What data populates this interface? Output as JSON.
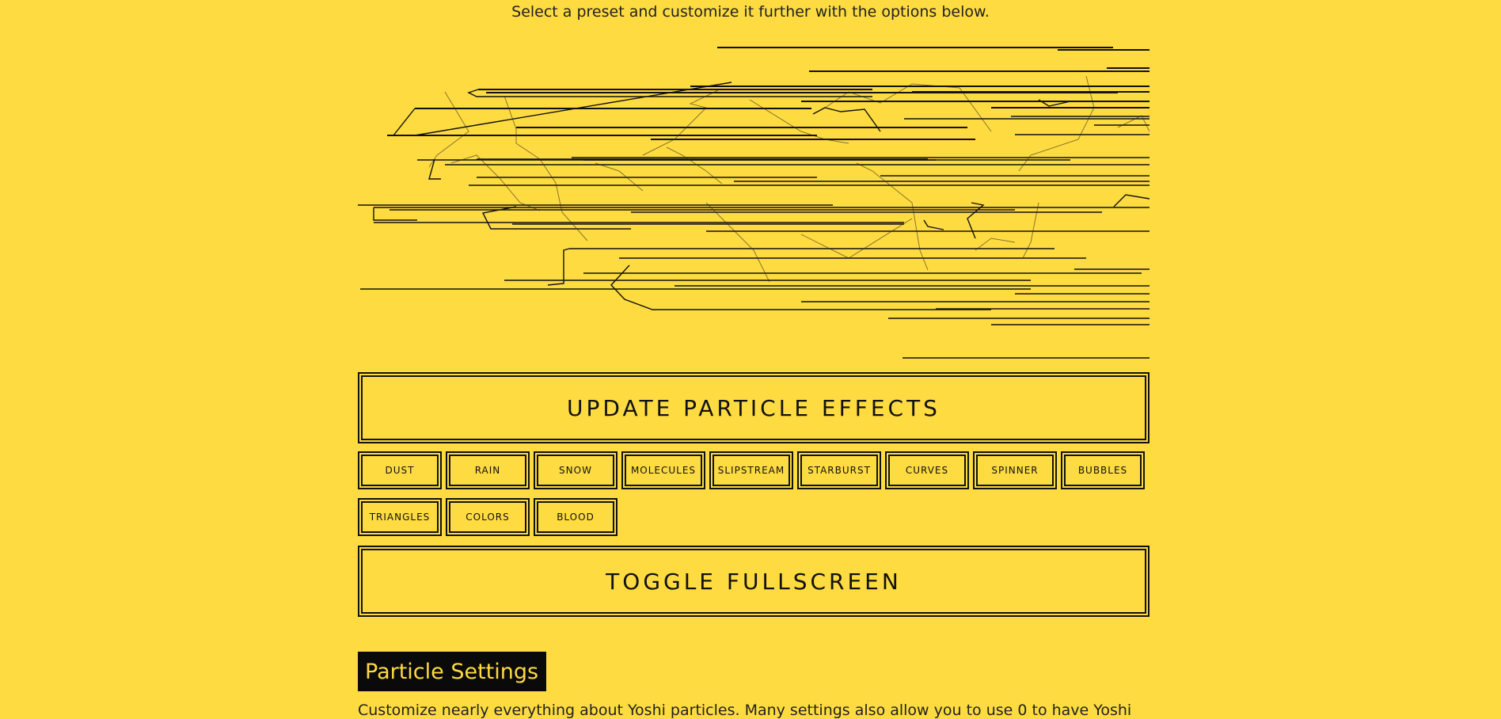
{
  "header": {
    "subtitle": "Select a preset and customize it further with the options below."
  },
  "buttons": {
    "update": "UPDATE PARTICLE EFFECTS",
    "fullscreen": "TOGGLE FULLSCREEN"
  },
  "presets": [
    "DUST",
    "RAIN",
    "SNOW",
    "MOLECULES",
    "SLIPSTREAM",
    "STARBURST",
    "CURVES",
    "SPINNER",
    "BUBBLES",
    "TRIANGLES",
    "COLORS",
    "BLOOD"
  ],
  "settings": {
    "heading": "Particle Settings",
    "intro": "Customize nearly everything about Yoshi particles. Many settings also allow you to use 0 to have Yoshi"
  },
  "colors": {
    "background": "#fedb40",
    "ink": "#111111"
  }
}
